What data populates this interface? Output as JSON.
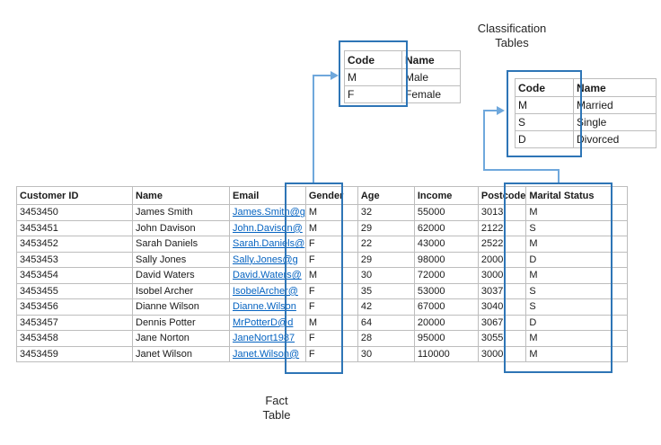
{
  "labels": {
    "classification": {
      "line1": "Classification",
      "line2": "Tables"
    },
    "fact": {
      "line1": "Fact",
      "line2": "Table"
    }
  },
  "gender_table": {
    "headers": [
      "Code",
      "Name"
    ],
    "rows": [
      [
        "M",
        "Male"
      ],
      [
        "F",
        "Female"
      ]
    ]
  },
  "marital_table": {
    "headers": [
      "Code",
      "Name"
    ],
    "rows": [
      [
        "M",
        "Married"
      ],
      [
        "S",
        "Single"
      ],
      [
        "D",
        "Divorced"
      ]
    ]
  },
  "fact_table": {
    "headers": [
      "Customer ID",
      "Name",
      "Email",
      "Gender",
      "Age",
      "Income",
      "Postcode",
      "Marital Status"
    ],
    "rows": [
      [
        "3453450",
        "James Smith",
        "James.Smith@g",
        "M",
        "32",
        "55000",
        "3013",
        "M"
      ],
      [
        "3453451",
        "John Davison",
        "John.Davison@",
        "M",
        "29",
        "62000",
        "2122",
        "S"
      ],
      [
        "3453452",
        "Sarah Daniels",
        "Sarah.Daniels@",
        "F",
        "22",
        "43000",
        "2522",
        "M"
      ],
      [
        "3453453",
        "Sally Jones",
        "Sally.Jones@g",
        "F",
        "29",
        "98000",
        "2000",
        "D"
      ],
      [
        "3453454",
        "David Waters",
        "David.Waters@",
        "M",
        "30",
        "72000",
        "3000",
        "M"
      ],
      [
        "3453455",
        "Isobel Archer",
        "IsobelArcher@",
        "F",
        "35",
        "53000",
        "3037",
        "S"
      ],
      [
        "3453456",
        "Dianne Wilson",
        "Dianne.Wilson",
        "F",
        "42",
        "67000",
        "3040",
        "S"
      ],
      [
        "3453457",
        "Dennis Potter",
        "MrPotterD@d",
        "M",
        "64",
        "20000",
        "3067",
        "D"
      ],
      [
        "3453458",
        "Jane Norton",
        "JaneNort1987",
        "F",
        "28",
        "95000",
        "3055",
        "M"
      ],
      [
        "3453459",
        "Janet Wilson",
        "Janet.Wilson@",
        "F",
        "30",
        "110000",
        "3000",
        "M"
      ]
    ]
  },
  "colors": {
    "connector": "#6fa8dc",
    "highlight_box": "#2e75b6",
    "table_border": "#bdbdbd",
    "hyperlink": "#0563c1"
  }
}
